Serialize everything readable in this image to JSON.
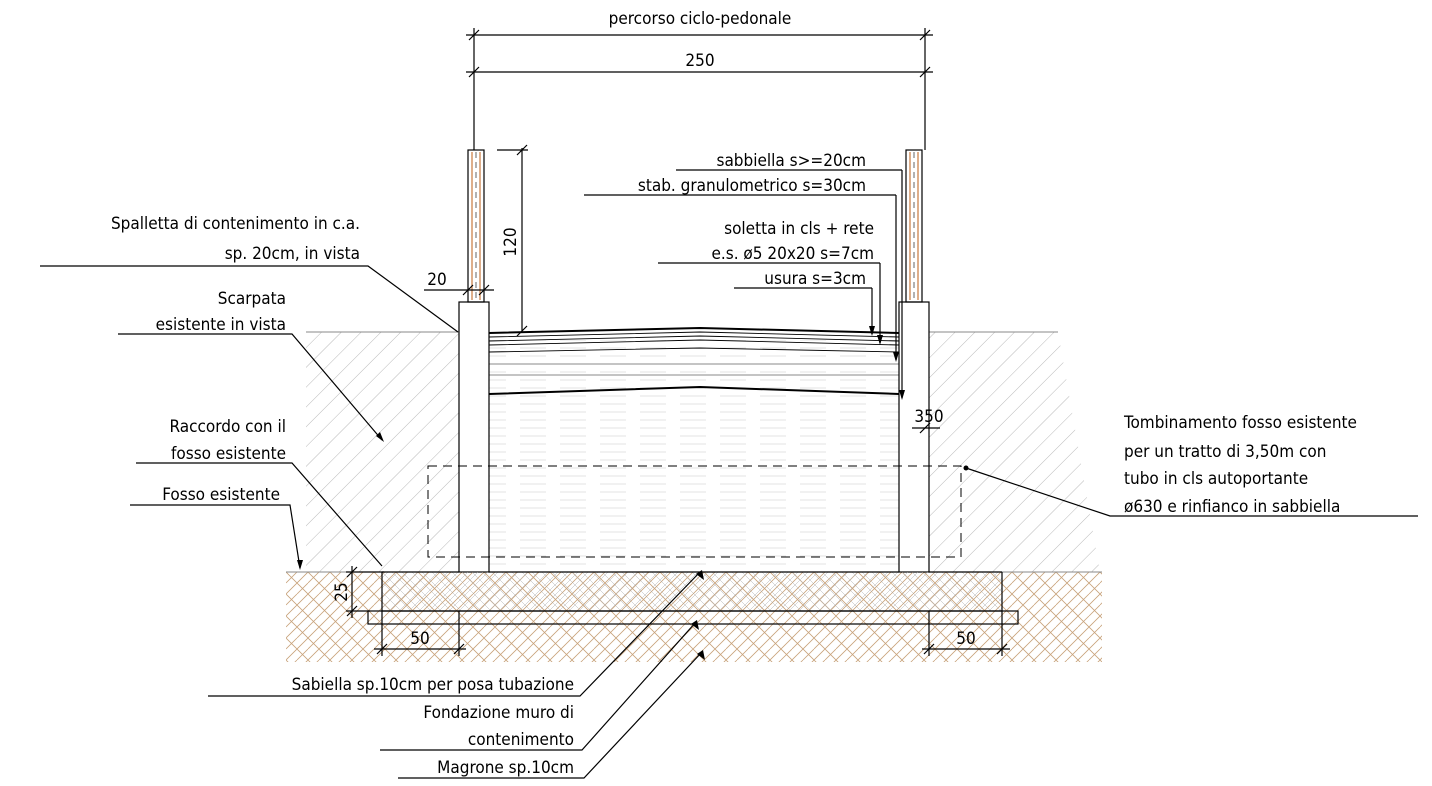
{
  "labels": {
    "path_title": "percorso ciclo-pedonale",
    "dim_width": "250",
    "dim_height": "120",
    "dim_wall": "20",
    "dim_350": "350",
    "dim_25": "25",
    "dim_50_left": "50",
    "dim_50_right": "50",
    "layer_sand": "sabbiella s>=20cm",
    "layer_stab": "stab. granulometrico s=30cm",
    "layer_slab_1": "soletta in cls + rete",
    "layer_slab_2": "e.s. ø5 20x20 s=7cm",
    "layer_wear": "usura s=3cm",
    "wall_1": "Spalletta di contenimento in c.a.",
    "wall_2": "sp. 20cm, in vista",
    "slope_1": "Scarpata",
    "slope_2": "esistente in vista",
    "junction_1": "Raccordo con il",
    "junction_2": "fosso esistente",
    "ditch": "Fosso esistente",
    "culvert_1": "Tombinamento fosso esistente",
    "culvert_2": "per un tratto di 3,50m con",
    "culvert_3": "tubo in cls autoportante",
    "culvert_4": "ø630 e rinfianco in sabbiella",
    "sand_bed": "Sabiella sp.10cm per posa tubazione",
    "foundation_1": "Fondazione muro di",
    "foundation_2": "contenimento",
    "lean_concrete": "Magrone sp.10cm"
  },
  "colors": {
    "line": "#000000",
    "soil_hatch": "#b9b9b9",
    "ground_hatch": "#c8a27a",
    "railing_post": "#c8783c"
  }
}
